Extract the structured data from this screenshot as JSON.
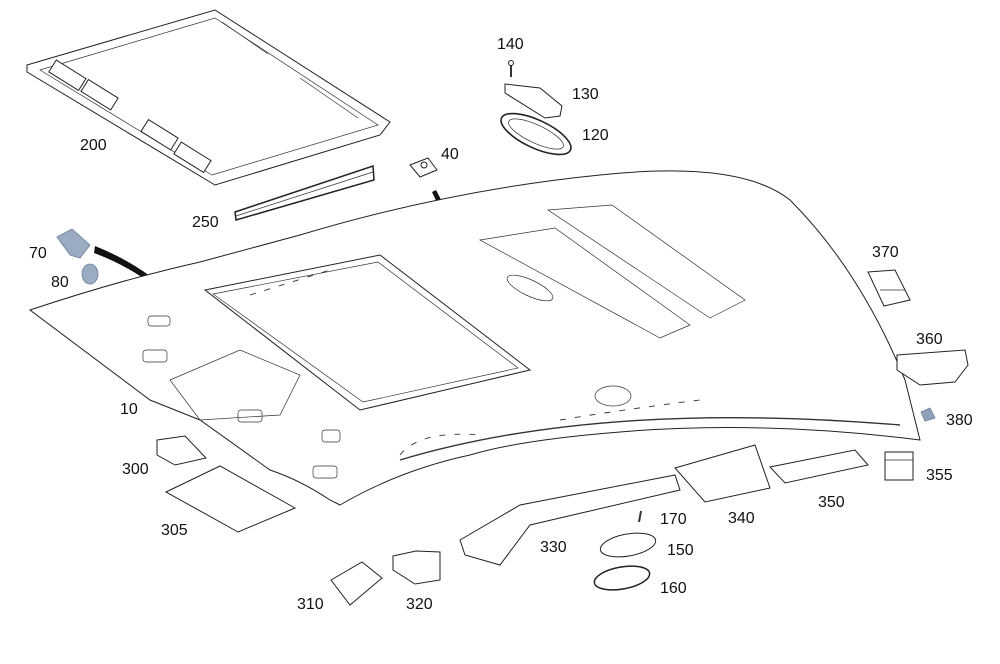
{
  "diagram": {
    "title": "Headliner assembly exploded view",
    "part_labels": [
      {
        "id": "10",
        "text": "10"
      },
      {
        "id": "40",
        "text": "40"
      },
      {
        "id": "70",
        "text": "70"
      },
      {
        "id": "80",
        "text": "80"
      },
      {
        "id": "120",
        "text": "120"
      },
      {
        "id": "130",
        "text": "130"
      },
      {
        "id": "140",
        "text": "140"
      },
      {
        "id": "150",
        "text": "150"
      },
      {
        "id": "160",
        "text": "160"
      },
      {
        "id": "170",
        "text": "170"
      },
      {
        "id": "200",
        "text": "200"
      },
      {
        "id": "250",
        "text": "250"
      },
      {
        "id": "300",
        "text": "300"
      },
      {
        "id": "305",
        "text": "305"
      },
      {
        "id": "310",
        "text": "310"
      },
      {
        "id": "320",
        "text": "320"
      },
      {
        "id": "330",
        "text": "330"
      },
      {
        "id": "340",
        "text": "340"
      },
      {
        "id": "350",
        "text": "350"
      },
      {
        "id": "355",
        "text": "355"
      },
      {
        "id": "360",
        "text": "360"
      },
      {
        "id": "370",
        "text": "370"
      },
      {
        "id": "380",
        "text": "380"
      }
    ],
    "colors": {
      "line": "#222222",
      "highlight_clip": "#9aabc2",
      "background": "#ffffff"
    }
  }
}
